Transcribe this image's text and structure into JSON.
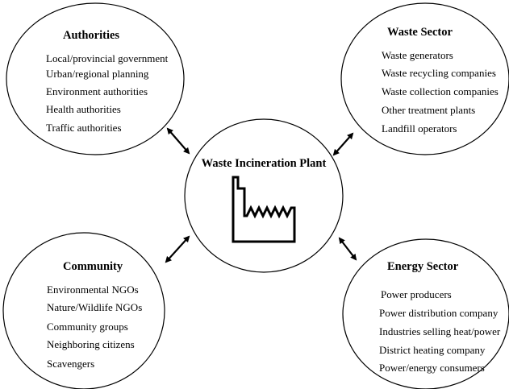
{
  "center": {
    "title": "Waste Incineration Plant",
    "icon": "factory-icon"
  },
  "authorities": {
    "title": "Authorities",
    "items": [
      "Local/provincial government",
      "Urban/regional planning",
      "Environment authorities",
      "Health authorities",
      "Traffic authorities"
    ]
  },
  "waste_sector": {
    "title": "Waste Sector",
    "items": [
      "Waste generators",
      "Waste recycling companies",
      "Waste collection companies",
      "Other treatment plants",
      "Landfill operators"
    ]
  },
  "community": {
    "title": "Community",
    "items": [
      "Environmental NGOs",
      "Nature/Wildlife NGOs",
      "Community groups",
      "Neighboring citizens",
      "Scavengers"
    ]
  },
  "energy_sector": {
    "title": "Energy Sector",
    "items": [
      "Power producers",
      "Power distribution company",
      "Industries selling heat/power",
      "District heating company",
      "Power/energy consumers"
    ]
  }
}
